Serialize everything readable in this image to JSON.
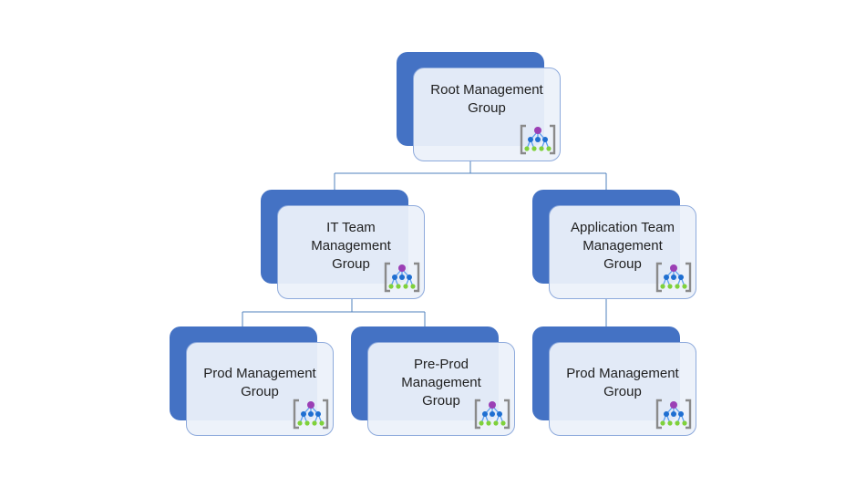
{
  "diagram": {
    "nodes": [
      {
        "id": "root",
        "label": "Root Management\nGroup",
        "icon": "management-group-icon"
      },
      {
        "id": "it-team",
        "label": "IT Team\nManagement\nGroup",
        "icon": "management-group-icon"
      },
      {
        "id": "app-team",
        "label": "Application Team\nManagement\nGroup",
        "icon": "management-group-icon"
      },
      {
        "id": "it-prod",
        "label": "Prod Management\nGroup",
        "icon": "management-group-icon"
      },
      {
        "id": "it-preprod",
        "label": "Pre-Prod\nManagement\nGroup",
        "icon": "management-group-icon"
      },
      {
        "id": "app-prod",
        "label": "Prod Management\nGroup",
        "icon": "management-group-icon"
      }
    ],
    "edges": [
      {
        "from": "root",
        "to": "it-team"
      },
      {
        "from": "root",
        "to": "app-team"
      },
      {
        "from": "it-team",
        "to": "it-prod"
      },
      {
        "from": "it-team",
        "to": "it-preprod"
      },
      {
        "from": "app-team",
        "to": "app-prod"
      }
    ]
  },
  "colors": {
    "node_back": "#4472c4",
    "node_front": "#ecf1fa",
    "node_border": "#8eaadc",
    "connector": "#4f81bd"
  }
}
